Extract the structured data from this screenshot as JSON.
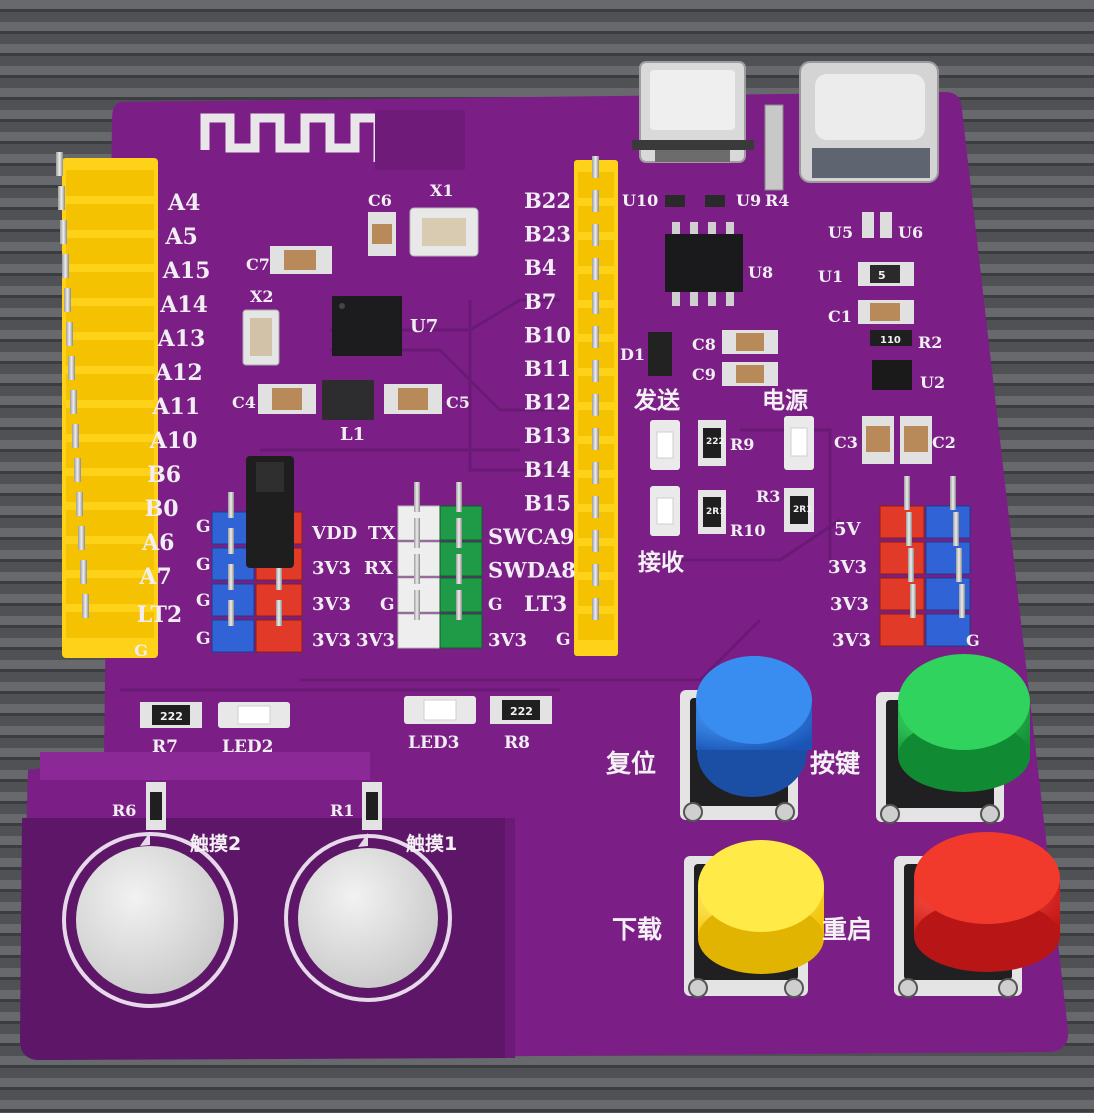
{
  "board": {
    "colors": {
      "background": "#55575b",
      "pcb": "#7b1f86",
      "pcb_dark": "#5d1668",
      "silk": "#f1eef3",
      "header_yellow": "#ffd21a",
      "header_blue": "#2f63d6",
      "header_red": "#e23a28",
      "header_white": "#eeeeee",
      "header_green": "#1f9a46",
      "button_blue": "#2273d8",
      "button_green": "#1db84a",
      "button_yellow": "#ffe12b",
      "button_red": "#e72727"
    },
    "left_header_labels": [
      "A4",
      "A5",
      "A15",
      "A14",
      "A13",
      "A12",
      "A11",
      "A10",
      "B6",
      "B0",
      "A6",
      "A7",
      "LT2",
      "G"
    ],
    "mid_header_labels": [
      "B22",
      "B23",
      "B4",
      "B7",
      "B10",
      "B11",
      "B12",
      "B13",
      "B14",
      "B15",
      "SWCA9",
      "SWDA8",
      "LT3",
      "G"
    ],
    "components": {
      "c6": "C6",
      "x1": "X1",
      "c7": "C7",
      "x2": "X2",
      "u7": "U7",
      "c4": "C4",
      "l1": "L1",
      "c5": "C5",
      "u10": "U10",
      "u9": "U9",
      "r4": "R4",
      "u5": "U5",
      "u6": "U6",
      "u8": "U8",
      "u1": "U1",
      "c1": "C1",
      "r2": "R2",
      "d1": "D1",
      "c8": "C8",
      "c9": "C9",
      "u2": "U2",
      "c3": "C3",
      "c2": "C2",
      "r9": "R9",
      "r3": "R3",
      "r10": "R10",
      "r7": "R7",
      "led2": "LED2",
      "led3": "LED3",
      "r8": "R8",
      "r6": "R6",
      "r1": "R1"
    },
    "chinese_labels": {
      "send": "发送",
      "power": "电源",
      "receive": "接收",
      "reset": "复位",
      "key": "按键",
      "download": "下载",
      "restart": "重启",
      "touch2": "触摸2",
      "touch1": "触摸1"
    },
    "jumper_left_labels": [
      "VDD",
      "3V3",
      "3V3",
      "3V3"
    ],
    "jumper_ground": [
      "G",
      "G",
      "G",
      "G"
    ],
    "serial_labels": [
      "TX",
      "RX",
      "G",
      "3V3"
    ],
    "right_header_labels": [
      "5V",
      "3V3",
      "3V3",
      "3V3"
    ],
    "right_header_ground": "G",
    "serial_vcc": "3V3",
    "resistor_codes": {
      "r9": "222",
      "r10": "2R1",
      "r7": "222",
      "r8": "222",
      "r3": "2R1",
      "r2": "110",
      "u1": "5"
    }
  }
}
